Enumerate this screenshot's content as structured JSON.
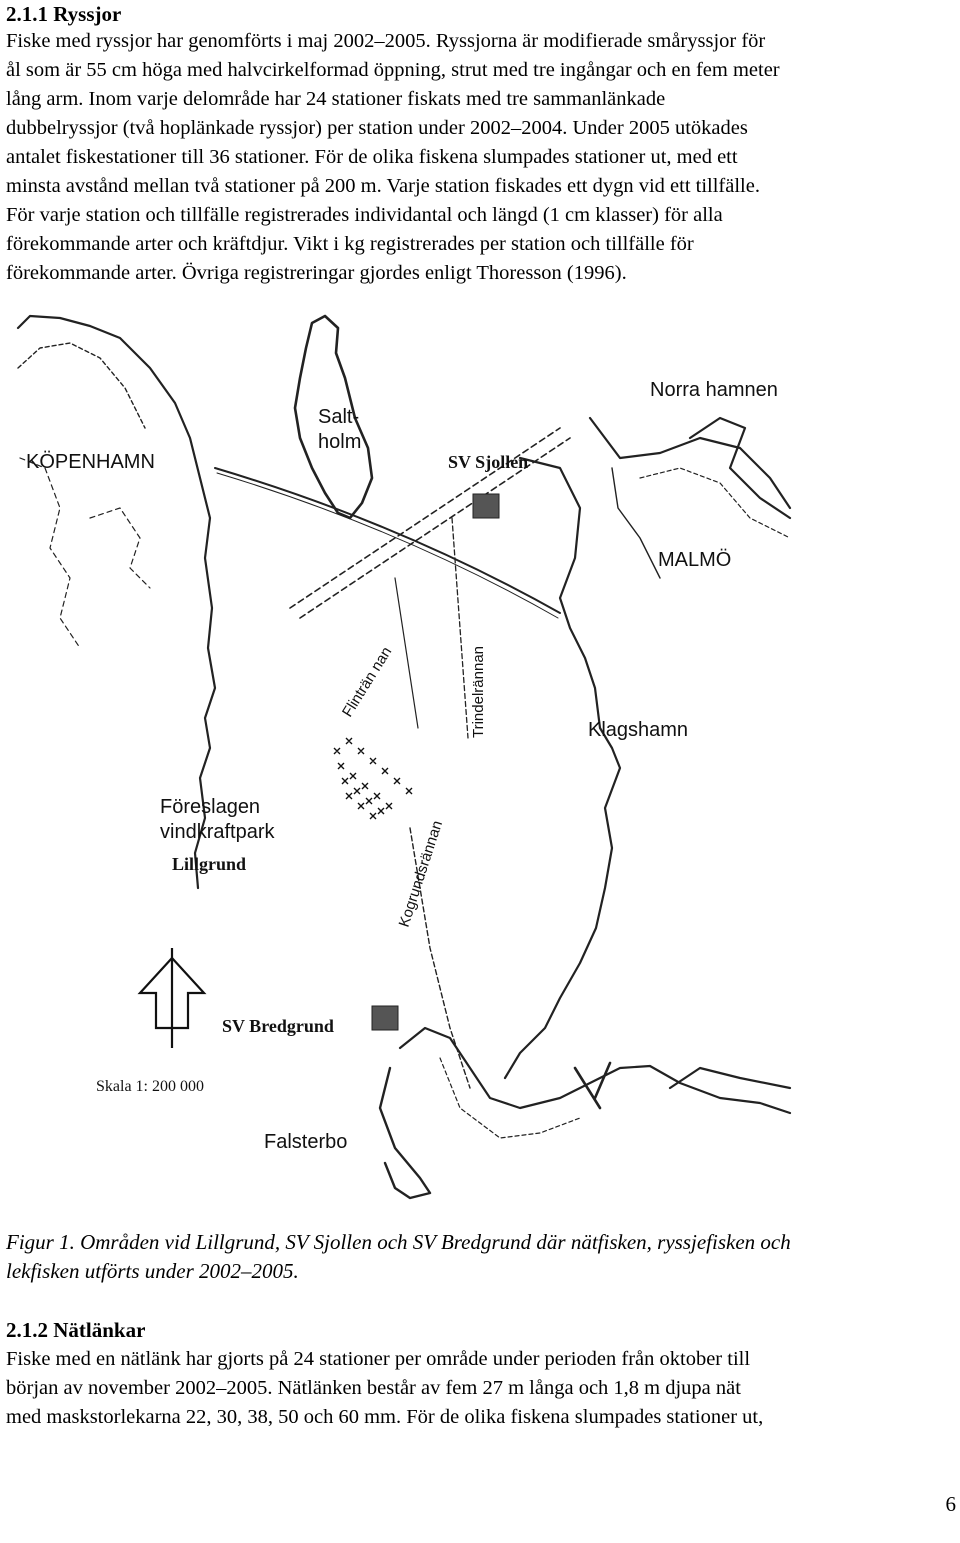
{
  "section1": {
    "heading": "2.1.1 Ryssjor",
    "lines": [
      "Fiske med ryssjor har genomförts i maj 2002–2005. Ryssjorna är modifierade småryssjor för",
      "ål som är 55 cm höga med halvcirkelformad öppning, strut med tre ingångar och en fem meter",
      "lång arm. Inom varje delområde har 24 stationer fiskats med tre sammanlänkade",
      "dubbelryssjor (två hoplänkade ryssjor) per station under 2002–2004. Under 2005 utökades",
      "antalet fiskestationer till 36 stationer. För de olika fiskena slumpades stationer ut, med ett",
      "minsta avstånd mellan två stationer på 200 m. Varje station fiskades ett dygn vid ett tillfälle.",
      "För varje station och tillfälle registrerades individantal och längd (1 cm klasser) för alla",
      "förekommande arter och kräftdjur. Vikt i kg registrerades per station och tillfälle för",
      "förekommande arter. Övriga registreringar gjordes enligt Thoresson (1996)."
    ]
  },
  "map": {
    "labels": {
      "kopenhamn": "KÖPENHAMN",
      "saltholm_1": "Salt-",
      "saltholm_2": "holm",
      "norra_hamnen": "Norra hamnen",
      "malmo": "MALMÖ",
      "sv_sjollen": "SV Sjollen",
      "flintrannan": "Flinträn nan",
      "trindelrannan": "Trindelrännan",
      "klagshamn": "Klagshamn",
      "vindkraft_1": "Föreslagen",
      "vindkraft_2": "vindkraftpark",
      "lillgrund": "Lillgrund",
      "kogrundsrannan": "Kogrundsrännan",
      "sv_bredgrund": "SV Bredgrund",
      "scale": "Skala 1: 200 000",
      "falsterbo": "Falsterbo"
    },
    "colors": {
      "station_marker": "#555555",
      "coast": "#222222"
    }
  },
  "caption": {
    "line1": "Figur 1. Områden vid Lillgrund, SV Sjollen och SV Bredgrund där nätfisken, ryssjefisken och",
    "line2": "lekfisken utförts under 2002–2005."
  },
  "section2": {
    "heading": "2.1.2 Nätlänkar",
    "lines": [
      "Fiske med en nätlänk har gjorts på 24 stationer per område under perioden från oktober till",
      "början av november 2002–2005. Nätlänken består av fem 27 m långa och 1,8 m djupa nät",
      "med maskstorlekarna 22, 30, 38, 50 och 60 mm. För de olika fiskena slumpades stationer ut,"
    ]
  },
  "page_number": "6"
}
